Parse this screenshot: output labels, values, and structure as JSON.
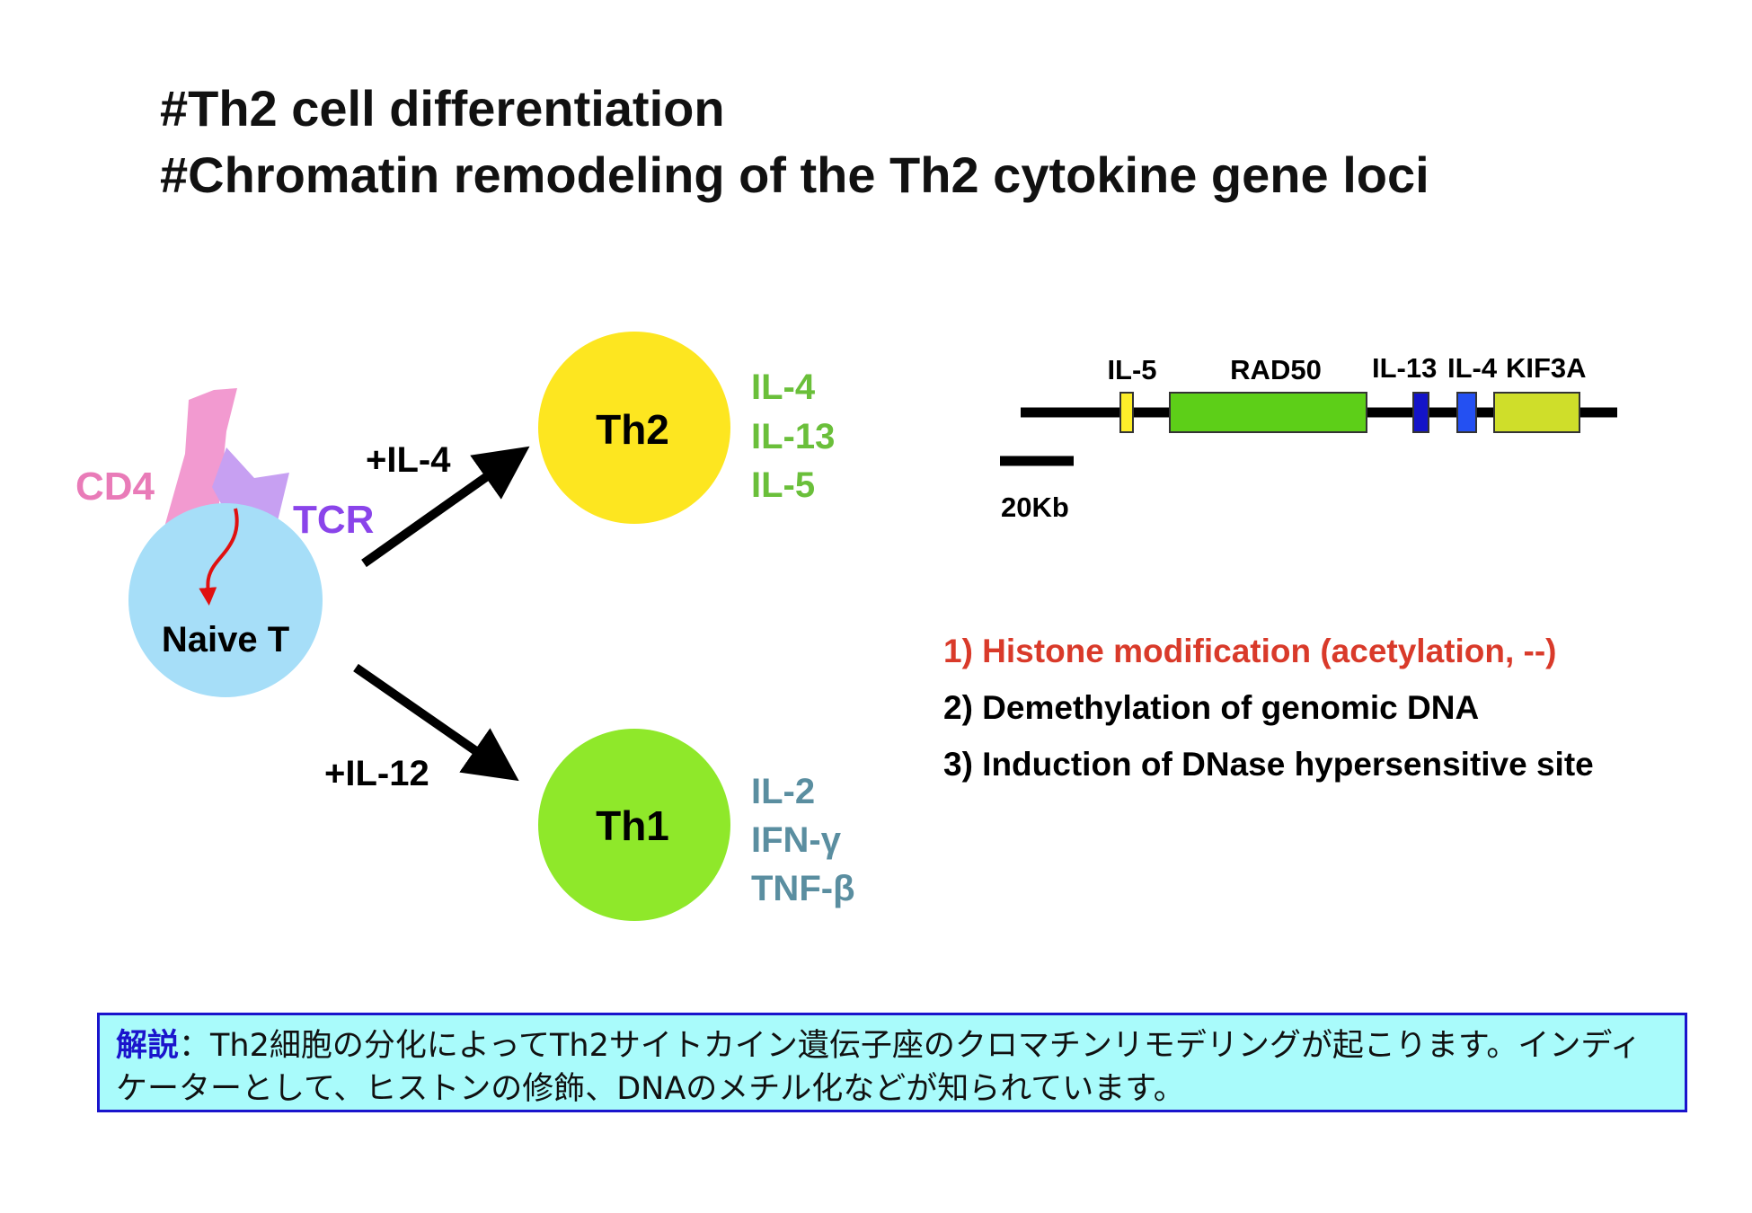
{
  "title": {
    "line1": "#Th2 cell differentiation",
    "line2": "#Chromatin remodeling of the Th2 cytokine gene loci"
  },
  "diagram": {
    "naive": {
      "receptor1": "CD4",
      "receptor2": "TCR",
      "cell": "Naive T"
    },
    "th2": {
      "stimulus": "+IL-4",
      "cell": "Th2",
      "cytokines": [
        "IL-4",
        "IL-13",
        "IL-5"
      ]
    },
    "th1": {
      "stimulus": "+IL-12",
      "cell": "Th1",
      "cytokines": [
        "IL-2",
        "IFN-γ",
        "TNF-β"
      ]
    },
    "locus": {
      "genes": [
        "IL-5",
        "RAD50",
        "IL-13",
        "IL-4",
        "KIF3A"
      ],
      "scale": "20Kb"
    },
    "colors": {
      "cd4": "#f29ad0",
      "tcr": "#c7a0f2",
      "naive": "#a6def8",
      "th2": "#fde620",
      "th1": "#8fe82a",
      "th2_cytokines": "#6abf3a",
      "th1_cytokines": "#5a8ea0",
      "signal_arrow": "#e01010"
    }
  },
  "steps": [
    "1) Histone modification (acetylation, --)",
    "2) Demethylation of genomic DNA",
    "3) Induction of DNase hypersensitive site"
  ],
  "note": {
    "head": "解説",
    "body": "：Th2細胞の分化によってTh2サイトカイン遺伝子座のクロマチンリモデリングが起こります。インディケーターとして、ヒストンの修飾、DNAのメチル化などが知られています。"
  }
}
